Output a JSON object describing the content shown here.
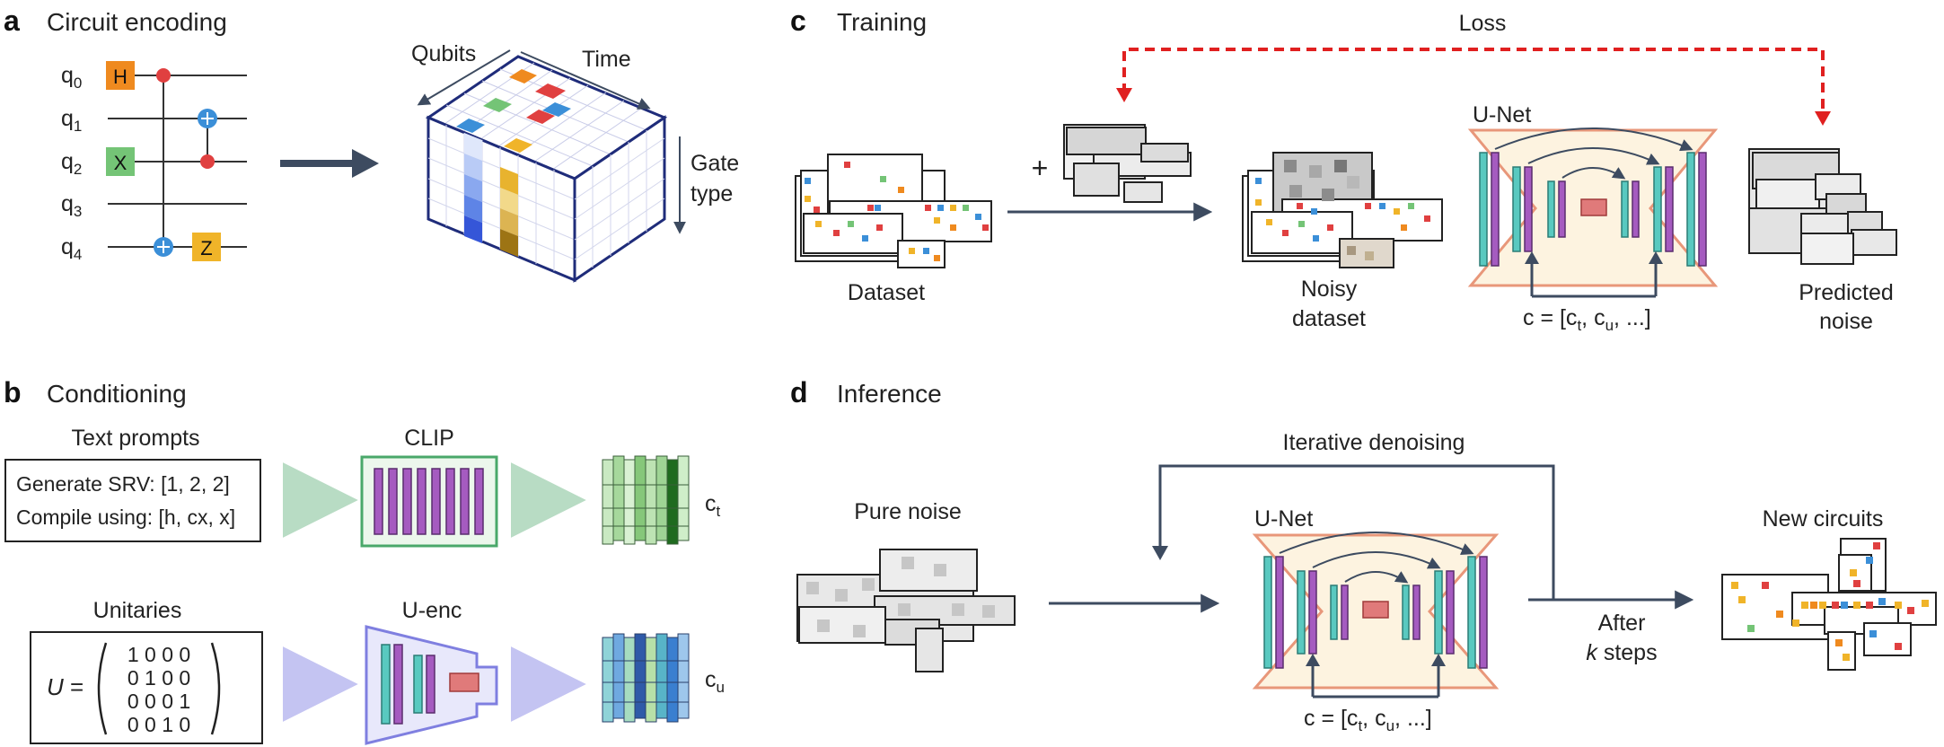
{
  "colors": {
    "hadamard": "#ef8a1f",
    "pauli_x": "#74c476",
    "pauli_z": "#f0b429",
    "control": "#e04040",
    "target": "#3b8fd8",
    "wire": "#333333",
    "arrow": "#3d4b60",
    "loss": "#e02020",
    "unet_fill": "#fdf3e0",
    "unet_stroke": "#e8977a",
    "clip_fill": "#ecf7ec",
    "clip_stroke": "#4aa86a",
    "uenc_fill": "#e8e8fb",
    "uenc_stroke": "#7f7fe0",
    "bar_purple": "#a55bc0",
    "bar_teal": "#59c9c0",
    "cube_edge": "#1f2c7a"
  },
  "panel_a": {
    "letter": "a",
    "title": "Circuit encoding",
    "qubit_labels": [
      "q0",
      "q1",
      "q2",
      "q3",
      "q4"
    ],
    "gate_h": "H",
    "gate_x": "X",
    "gate_z": "Z",
    "axis_qubits": "Qubits",
    "axis_time": "Time",
    "axis_gate": "Gate",
    "axis_type": "type"
  },
  "panel_b": {
    "letter": "b",
    "title": "Conditioning",
    "text_prompts_label": "Text prompts",
    "prompt_line1": "Generate SRV: [1, 2, 2]",
    "prompt_line2": "Compile using: [h, cx, x]",
    "clip_label": "CLIP",
    "ct_label": "c",
    "ct_sub": "t",
    "unitaries_label": "Unitaries",
    "u_symbol": "U",
    "equals": "=",
    "matrix_rows": [
      "1 0 0 0",
      "0 1 0 0",
      "0 0 0 1",
      "0 0 1 0"
    ],
    "uenc_label": "U-enc",
    "cu_label": "c",
    "cu_sub": "u"
  },
  "panel_c": {
    "letter": "c",
    "title": "Training",
    "loss_label": "Loss",
    "plus": "+",
    "dataset_label": "Dataset",
    "noisy_line1": "Noisy",
    "noisy_line2": "dataset",
    "unet_label": "U-Net",
    "cond_label": "c = [c",
    "cond_sub_t": "t",
    "cond_comma": ", c",
    "cond_sub_u": "u",
    "cond_end": ", ...]",
    "pred_line1": "Predicted",
    "pred_line2": "noise"
  },
  "panel_d": {
    "letter": "d",
    "title": "Inference",
    "iter_label": "Iterative denoising",
    "pure_noise_label": "Pure noise",
    "unet_label": "U-Net",
    "cond_label": "c = [c",
    "cond_sub_t": "t",
    "cond_comma": ", c",
    "cond_sub_u": "u",
    "cond_end": ", ...]",
    "after_label": "After",
    "steps_k": "k",
    "steps_label": " steps",
    "new_circuits_label": "New circuits"
  }
}
